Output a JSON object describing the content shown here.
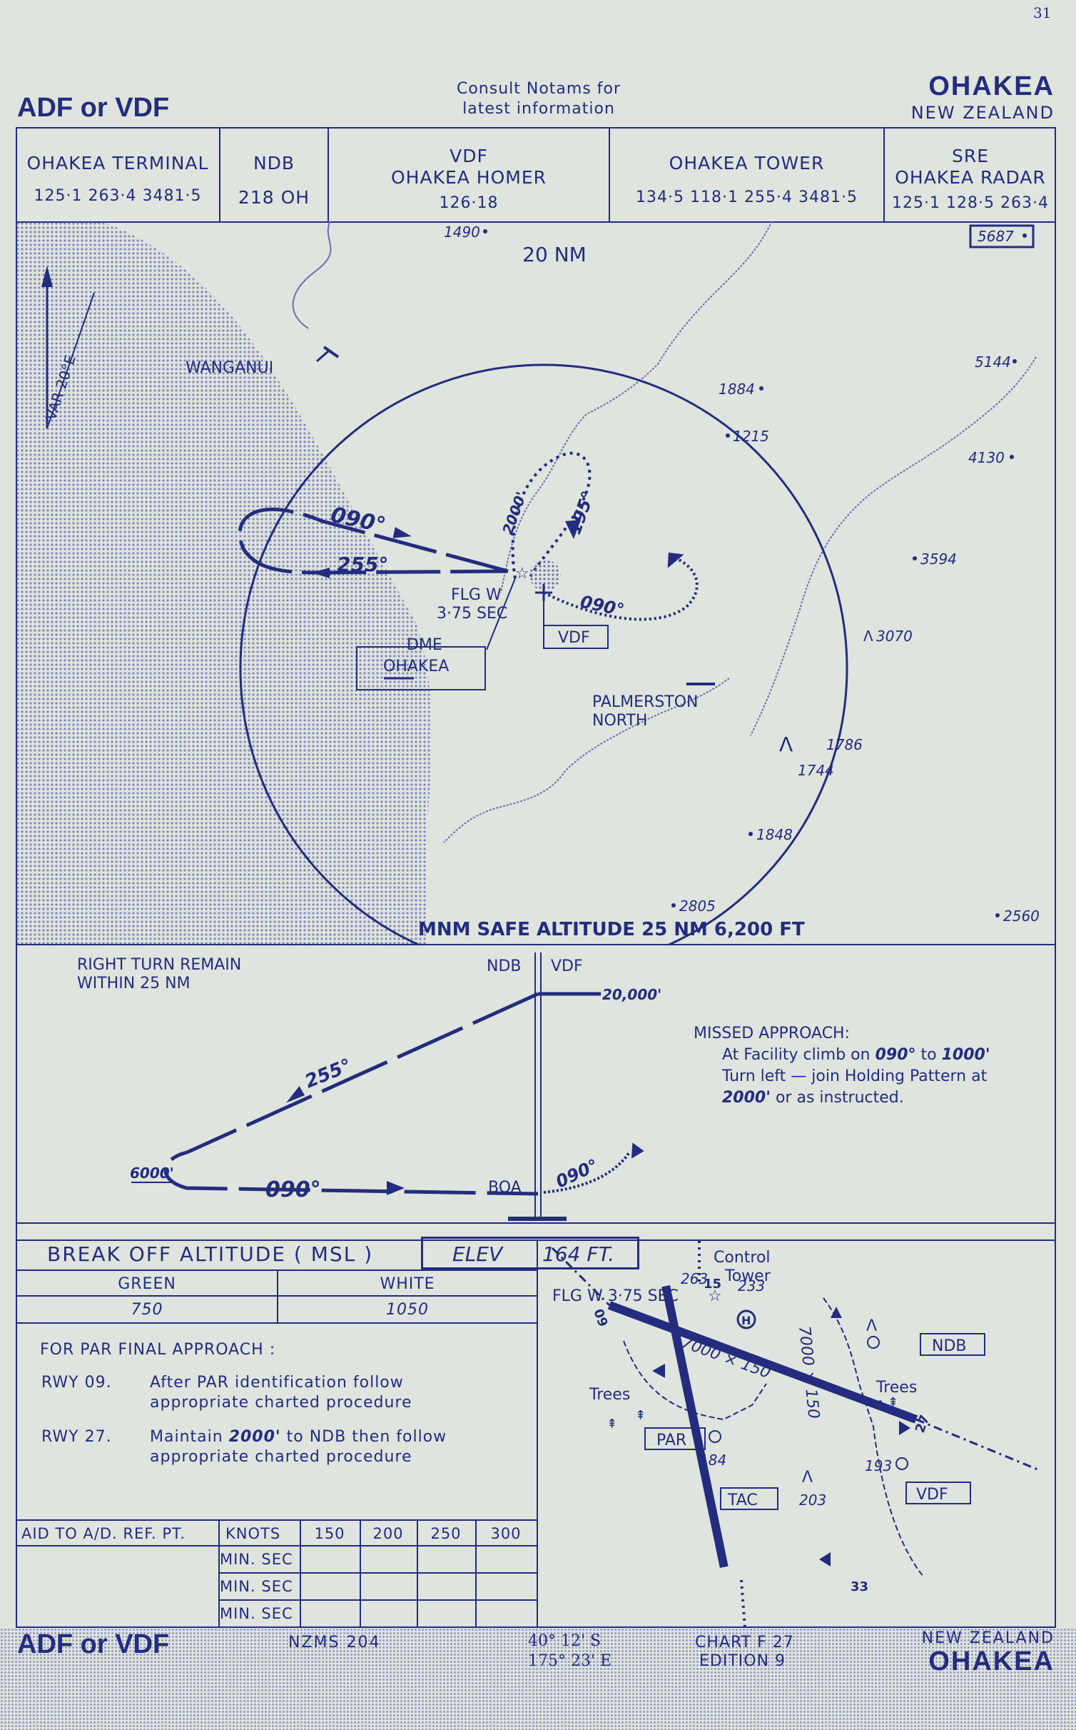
{
  "page_number": "31",
  "header": {
    "left_title": "ADF or VDF",
    "notice_line1": "Consult Notams for",
    "notice_line2": "latest information",
    "right_title": "OHAKEA",
    "right_subtitle": "NEW ZEALAND"
  },
  "freq_table": [
    {
      "title": "OHAKEA TERMINAL",
      "sub": "",
      "values": "125·1  263·4  3481·5"
    },
    {
      "title": "NDB",
      "sub": "",
      "values": "218 OH"
    },
    {
      "title": "VDF",
      "sub": "OHAKEA  HOMER",
      "values": "126·18"
    },
    {
      "title": "OHAKEA TOWER",
      "sub": "",
      "values": "134·5  118·1  255·4  3481·5"
    },
    {
      "title": "SRE",
      "sub": "OHAKEA RADAR",
      "values": "125·1  128·5  263·4"
    }
  ],
  "plan_view": {
    "ring_label": "20 NM",
    "var_label": "VAR 20°E",
    "wanganui": "WANGANUI",
    "palmerston_line1": "PALMERSTON",
    "palmerston_line2": "NORTH",
    "flg_line1": "FLG W",
    "flg_line2": "3·75 SEC",
    "dme_line1": "DME",
    "dme_line2": "OHAKEA",
    "vdf_box": "VDF",
    "alt_2000": "2000'",
    "course_090": "090°",
    "course_255": "255°",
    "course_195": "195°",
    "course_090b": "090°",
    "spot_heights": [
      "1490",
      "5687",
      "1884",
      "1215",
      "5144",
      "4130",
      "3594",
      "3070",
      "1786",
      "1744",
      "1848",
      "2805",
      "2560"
    ],
    "msa": "MNM SAFE ALTITUDE 25 NM  6,200 FT"
  },
  "profile": {
    "right_turn_line1": "RIGHT TURN REMAIN",
    "right_turn_line2": "WITHIN  25   NM",
    "ndb": "NDB",
    "vdf": "VDF",
    "alt_20000": "20,000'",
    "alt_6000": "6000'",
    "course_255": "255°",
    "course_090": "090°",
    "course_090b": "090°",
    "boa": "BOA",
    "missed_title": "MISSED APPROACH:",
    "missed_l1_a": "At Facility climb on ",
    "missed_l1_b": "090°",
    "missed_l1_c": " to ",
    "missed_l1_d": "1000'",
    "missed_l2": "Turn left — join Holding Pattern at",
    "missed_l3_a": "2000'",
    "missed_l3_b": " or as instructed."
  },
  "minima": {
    "boa_label": "BREAK  OFF  ALTITUDE  ( MSL )",
    "elev_label": "ELEV",
    "elev_value": "164   FT.",
    "green": "GREEN",
    "white": "WHITE",
    "green_value": "750",
    "white_value": "1050",
    "par_title": "FOR PAR FINAL APPROACH :",
    "rwy09": "RWY  09.",
    "rwy09_text1": "After PAR identification follow",
    "rwy09_text2": "appropriate charted procedure",
    "rwy27": "RWY  27.",
    "rwy27_text1_a": "Maintain ",
    "rwy27_text1_b": "2000'",
    "rwy27_text1_c": " to NDB then follow",
    "rwy27_text2": "appropriate charted procedure",
    "timing_header": [
      "AID TO A/D. REF. PT.",
      "KNOTS",
      "150",
      "200",
      "250",
      "300"
    ],
    "timing_rows": [
      "MIN. SEC",
      "MIN. SEC",
      "MIN. SEC"
    ]
  },
  "aerodrome": {
    "control_tower_line1": "Control",
    "control_tower_line2": "Tower",
    "flg": "FLG W 3·75 SEC",
    "h263": "263",
    "h233": "233",
    "ndb": "NDB",
    "trees_left": "Trees",
    "trees_right": "Trees",
    "runway_label": "7000 × 150",
    "runway_label2": "7000 × 150",
    "par": "PAR",
    "h184": "184",
    "h193": "193",
    "tac": "TAC",
    "h203": "203",
    "vdf": "VDF",
    "rwy09": "09",
    "rwy15": "15",
    "rwy27": "27",
    "rwy33": "33"
  },
  "footer": {
    "left_title": "ADF or VDF",
    "nzms": "NZMS  204",
    "lat": "40° 12' S",
    "lon": "175° 23' E",
    "chart_line1": "CHART F 27",
    "chart_line2": "EDITION 9",
    "country": "NEW  ZEALAND",
    "name": "OHAKEA"
  }
}
